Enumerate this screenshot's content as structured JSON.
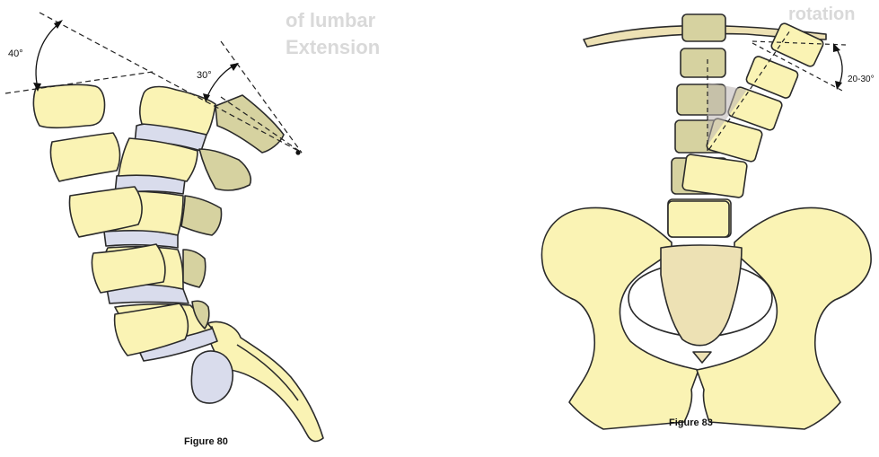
{
  "figure_left": {
    "caption": "Figure 80",
    "angle_upper_label": "40°",
    "angle_lower_label": "30°"
  },
  "figure_right": {
    "caption": "Figure 83",
    "angle_label": "20-30°"
  },
  "bleed_text": {
    "left_fragment_1": "of lumbar",
    "left_fragment_2": "Extension",
    "right_fragment": "rotation"
  },
  "colors": {
    "bone": "#faf3b4",
    "bone_dark": "#d6d2a0",
    "disc": "#d9dcec",
    "sacrum": "#ede1b4",
    "outline": "#2b2b2b"
  }
}
